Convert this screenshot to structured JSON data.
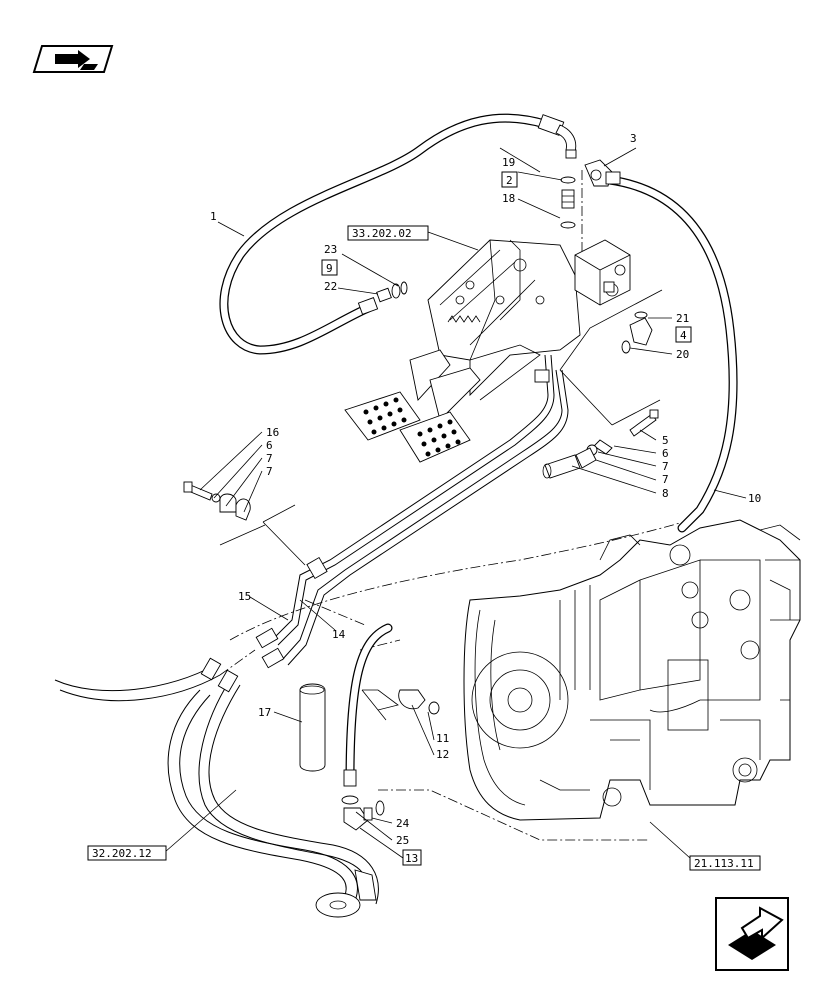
{
  "page": {
    "nav_icons": {
      "top_left": "book-arrow-icon",
      "bottom_right": "next-page-arrow-icon"
    }
  },
  "callouts": {
    "c1": "1",
    "c2": "2",
    "c3": "3",
    "c4": "4",
    "c5": "5",
    "c6a": "6",
    "c6b": "6",
    "c7a": "7",
    "c7b": "7",
    "c7c": "7",
    "c7d": "7",
    "c8": "8",
    "c9": "9",
    "c10": "10",
    "c11": "11",
    "c12": "12",
    "c13": "13",
    "c14": "14",
    "c15": "15",
    "c16": "16",
    "c17": "17",
    "c18": "18",
    "c19": "19",
    "c20": "20",
    "c21": "21",
    "c22": "22",
    "c23": "23",
    "c24": "24",
    "c25": "25"
  },
  "references": {
    "ref_a": "33.202.02",
    "ref_b": "32.202.12",
    "ref_c": "21.113.11"
  }
}
